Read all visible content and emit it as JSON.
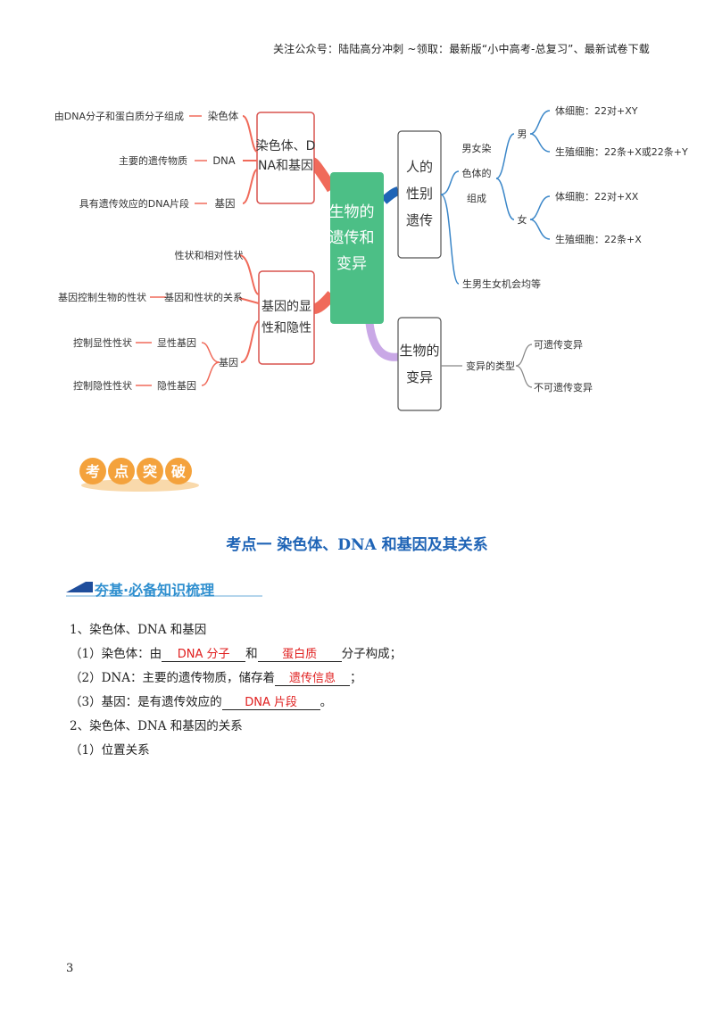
{
  "header": {
    "text": "关注公众号：陆陆高分冲刺  ~领取：最新版“小中高考-总复习”、最新试卷下载"
  },
  "mindmap": {
    "center": [
      "生物的",
      "遗传和",
      "变异"
    ],
    "branch1": {
      "title": [
        "染色体、D",
        "NA和基因"
      ],
      "rows": [
        {
          "desc": "由DNA分子和蛋白质分子组成",
          "term": "染色体"
        },
        {
          "desc": "主要的遗传物质",
          "term": "DNA"
        },
        {
          "desc": "具有遗传效应的DNA片段",
          "term": "基因"
        }
      ]
    },
    "branch2": {
      "title": [
        "基因的显",
        "性和隐性"
      ],
      "top": "性状和相对性状",
      "relation_left": "基因控制生物的性状",
      "relation": "基因和性状的关系",
      "gene": "基因",
      "dom_left": "控制显性性状",
      "dom": "显性基因",
      "rec_left": "控制隐性性状",
      "rec": "隐性基因"
    },
    "branch3": {
      "title": [
        "人的",
        "性别",
        "遗传"
      ],
      "composition": [
        "男女染",
        "色体的",
        "组成"
      ],
      "male": "男",
      "male_body": "体细胞：22对+XY",
      "male_germ": "生殖细胞：22条+X或22条+Y",
      "female": "女",
      "female_body": "体细胞：22对+XX",
      "female_germ": "生殖细胞：22条+X",
      "equal": "生男生女机会均等"
    },
    "branch4": {
      "title": [
        "生物的",
        "变异"
      ],
      "types": "变异的类型",
      "heritable": "可遗传变异",
      "nonheritable": "不可遗传变异"
    }
  },
  "badge": {
    "chars": [
      "考",
      "点",
      "突",
      "破"
    ]
  },
  "content": {
    "title": "考点一    染色体、DNA 和基因及其关系",
    "section": "夯基·必备知识梳理",
    "l1": "1、染色体、DNA 和基因",
    "l2_pre": "（1）染色体：由",
    "l2_a1": "DNA 分子",
    "l2_mid": "和",
    "l2_a2": "蛋白质",
    "l2_post": "分子构成；",
    "l3_pre": "（2）DNA：主要的遗传物质，储存着",
    "l3_a": "遗传信息",
    "l3_post": "；",
    "l4_pre": "（3）基因：是有遗传效应的",
    "l4_a": "DNA 片段",
    "l4_post": "。",
    "l5": "2、染色体、DNA 和基因的关系",
    "l6": "（1）位置关系"
  },
  "page_number": "3",
  "colors": {
    "title_blue": "#1f64b6",
    "answer_red": "#e02020",
    "center_green": "#4cbf86"
  }
}
